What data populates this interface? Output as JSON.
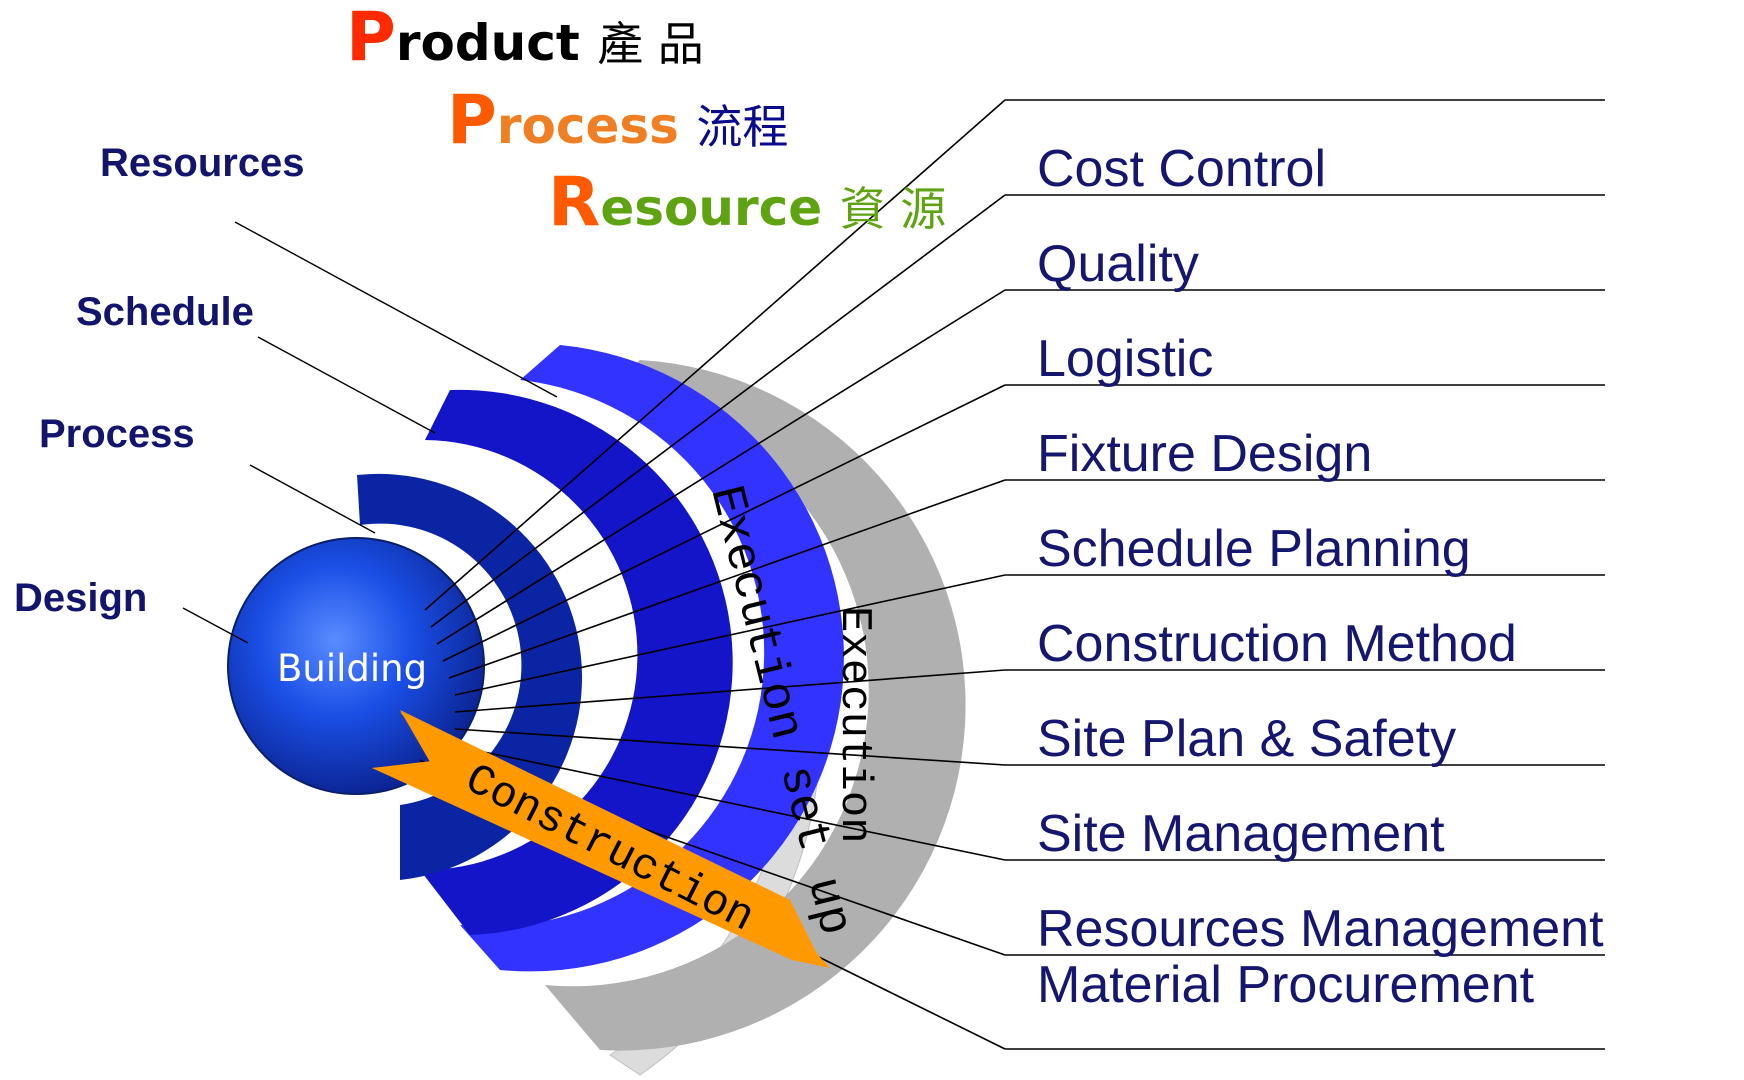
{
  "ppr": [
    {
      "initial": "P",
      "rest": "roduct",
      "cjk": "產 品",
      "initial_color": "#ff2a00",
      "rest_color": "#000000",
      "cjk_color": "#000000"
    },
    {
      "initial": "P",
      "rest": "rocess",
      "cjk": "流程",
      "initial_color": "#ff5a00",
      "rest_color": "#ef7f22",
      "cjk_color": "#0a0a8c"
    },
    {
      "initial": "R",
      "rest": "esource",
      "cjk": "資 源",
      "initial_color": "#ff5a00",
      "rest_color": "#5fa313",
      "cjk_color": "#5fa313"
    }
  ],
  "left_labels": [
    "Resources",
    "Schedule",
    "Process",
    "Design"
  ],
  "center_label": "Building",
  "arrow_label": "Construction",
  "band_labels": [
    "Execution set up",
    "Execution"
  ],
  "right_labels": [
    "Cost Control",
    "Quality",
    "Logistic",
    "Fixture Design",
    "Schedule Planning",
    "Construction Method",
    "Site Plan & Safety",
    "Site Management",
    "Resources Management",
    "Material Procurement"
  ],
  "colors": {
    "sphere": "#1a4fe6",
    "ring_design": "#0a2f8c",
    "ring_process": "#0b1fa8",
    "ring_schedule": "#1010c8",
    "ring_resources": "#3333ff",
    "band_setup": "#b0b0b0",
    "band_execution": "#dddddd",
    "arrow": "#ff9900",
    "label_navy": "#13146e"
  }
}
